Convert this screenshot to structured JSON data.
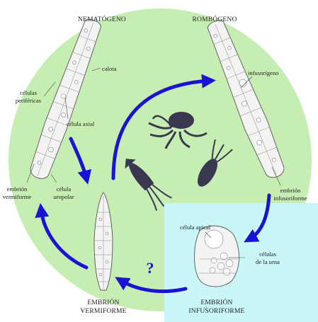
{
  "colors": {
    "circle_fill": "#c7eeb2",
    "inset_fill": "#c9f6f6",
    "arrow": "#1a13d6",
    "animal": "#3a3850"
  },
  "labels": {
    "nematogeno": "NEMATÓGENO",
    "rombogeno": "ROMBÓGENO",
    "calota": "calota",
    "celulas_perifericas_1": "células",
    "celulas_perifericas_2": "periféricas",
    "celula_axial": "célula axial",
    "infusorigeno": "infusorígeno",
    "embrion_vermiforme_small_1": "embrión",
    "embrion_vermiforme_small_2": "vermiforme",
    "celula_uropolar_1": "célula",
    "celula_uropolar_2": "uropolar",
    "embrion_infusoriforme_small_1": "embrión",
    "embrion_infusoriforme_small_2": "infusoriforme",
    "celula_apical": "célula apical",
    "celulas_urna_1": "células",
    "celulas_urna_2": "de la urna",
    "question_mark": "?",
    "embrion_vermiforme_caption_1": "EMBRIÓN",
    "embrion_vermiforme_caption_2": "VERMIFORME",
    "embrion_infusoriforme_caption_1": "EMBRIÓN",
    "embrion_infusoriforme_caption_2": "INFUSORIFORME"
  },
  "icons": {
    "host_1": "octopus-icon",
    "host_2": "squid-icon",
    "host_3": "cuttlefish-icon"
  }
}
